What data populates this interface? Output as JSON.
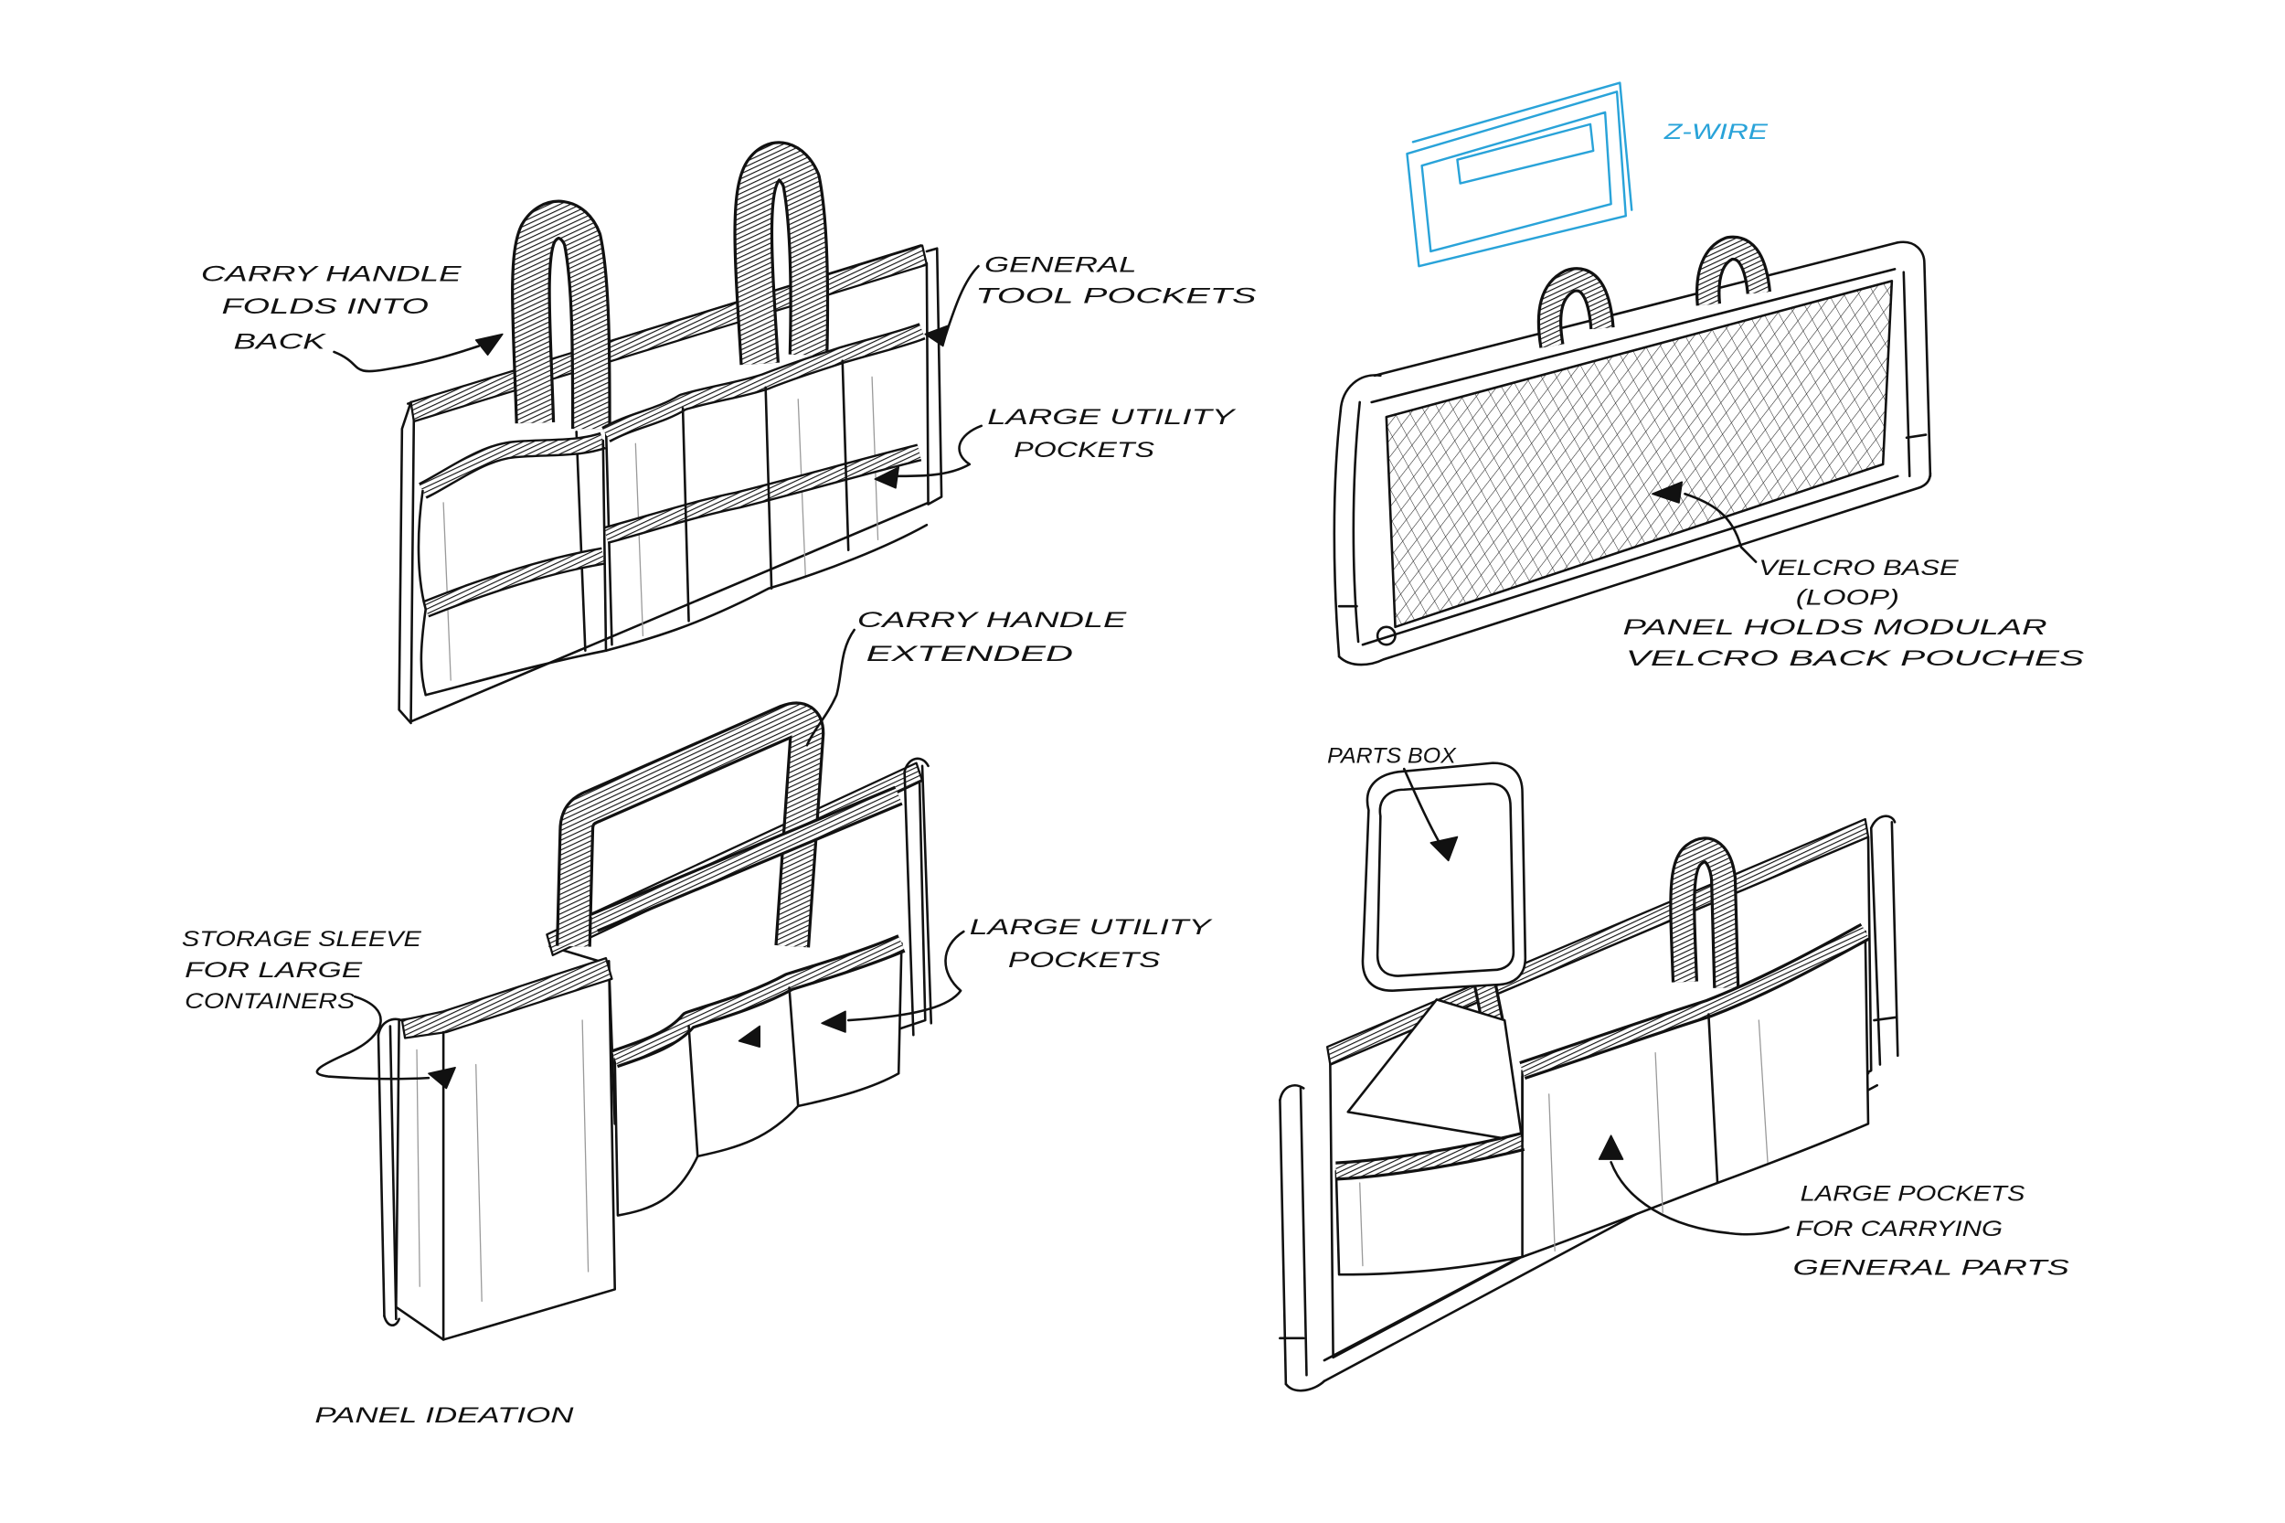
{
  "sketch": {
    "title": "PANEL IDEATION",
    "z_wire_label": "Z-WIRE",
    "callouts": {
      "carry_handle_folds": [
        "CARRY HANDLE",
        "FOLDS INTO",
        "BACK"
      ],
      "general_tool_pockets": [
        "GENERAL",
        "TOOL POCKETS"
      ],
      "large_utility_pockets_top": [
        "LARGE UTILITY",
        "POCKETS"
      ],
      "carry_handle_extended": [
        "CARRY HANDLE",
        "EXTENDED"
      ],
      "storage_sleeve": [
        "STORAGE SLEEVE",
        "FOR LARGE",
        "CONTAINERS"
      ],
      "large_utility_pockets_bottom": [
        "LARGE UTILITY",
        "POCKETS"
      ],
      "velcro_base": [
        "VELCRO BASE",
        "(LOOP)",
        "PANEL HOLDS MODULAR",
        "VELCRO BACK POUCHES"
      ],
      "parts_box": [
        "PARTS BOX"
      ],
      "large_pockets": [
        "LARGE POCKETS",
        "FOR CARRYING",
        "GENERAL PARTS"
      ]
    }
  },
  "colors": {
    "ink": "#111111",
    "paper": "#ffffff",
    "blue_pencil": "#29a3d9",
    "construction_pencil": "#9a9a9a"
  }
}
